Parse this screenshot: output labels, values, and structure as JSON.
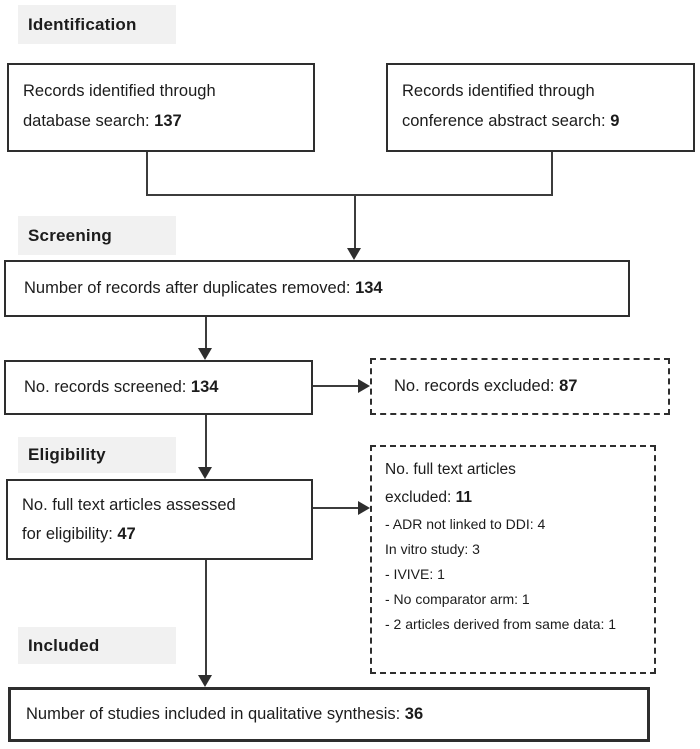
{
  "figure": {
    "stages": [
      {
        "label": "Identification"
      },
      {
        "label": "Screening"
      },
      {
        "label": "Eligibility"
      },
      {
        "label": "Included"
      }
    ],
    "boxes": {
      "database": {
        "line1": "Records identified through",
        "line2_prefix": "database search: ",
        "line2_value": "137"
      },
      "conference": {
        "line1": "Records identified through",
        "line2_prefix": "conference abstract search: ",
        "line2_value": "9"
      },
      "duplicates": {
        "prefix": "Number of records after duplicates removed: ",
        "value": "134"
      },
      "screened": {
        "prefix": "No. records screened: ",
        "value": "134"
      },
      "records_excluded": {
        "prefix": "No. records excluded: ",
        "value": "87"
      },
      "fulltext": {
        "line1": "No. full text articles assessed",
        "line2_prefix": "for eligibility: ",
        "line2_value": "47"
      },
      "fulltext_excluded": {
        "line1": "No. full text articles",
        "line2_prefix": "excluded: ",
        "line2_value": "11",
        "reasons": [
          "- ADR not linked to DDI: 4",
          "In vitro study: 3",
          "- IVIVE: 1",
          "- No comparator arm: 1",
          "- 2 articles derived from same data: 1"
        ]
      },
      "included": {
        "prefix": "Number of studies included in qualitative synthesis: ",
        "value": "36"
      }
    },
    "colors": {
      "box_border": "#2e2e2e",
      "connector": "#3c3c3c",
      "stage_label_bg": "#f1f1f1",
      "text": "#1c1c1c"
    }
  }
}
